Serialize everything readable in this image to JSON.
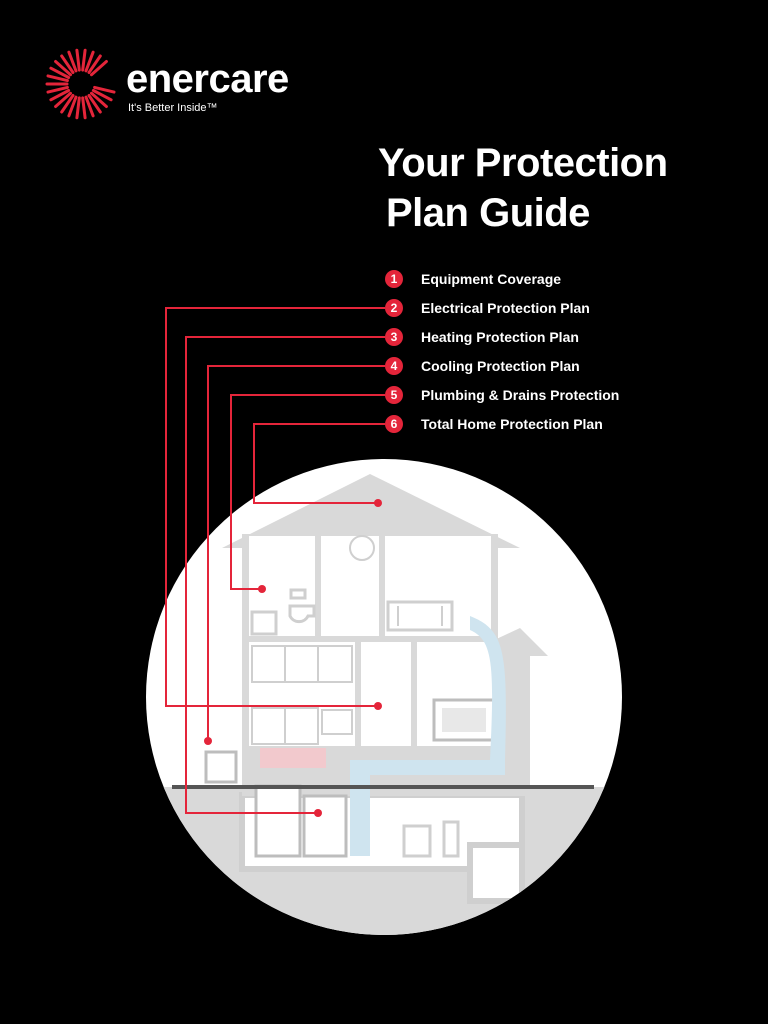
{
  "brand": {
    "name": "enercare",
    "tm": "™",
    "tagline": "It's Better Inside™",
    "color": "#e4253a"
  },
  "title": {
    "line1": "Your Protection",
    "line2": "Plan Guide"
  },
  "plans": [
    {
      "num": "1",
      "label": "Equipment Coverage"
    },
    {
      "num": "2",
      "label": "Electrical Protection Plan"
    },
    {
      "num": "3",
      "label": "Heating Protection Plan"
    },
    {
      "num": "4",
      "label": "Cooling Protection Plan"
    },
    {
      "num": "5",
      "label": "Plumbing & Drains Protection"
    },
    {
      "num": "6",
      "label": "Total Home Protection Plan"
    }
  ],
  "colors": {
    "background": "#000000",
    "accent": "#e4253a",
    "circle": "#ffffff",
    "house": "#d9d9d9",
    "duct": "#cfe4ef"
  }
}
